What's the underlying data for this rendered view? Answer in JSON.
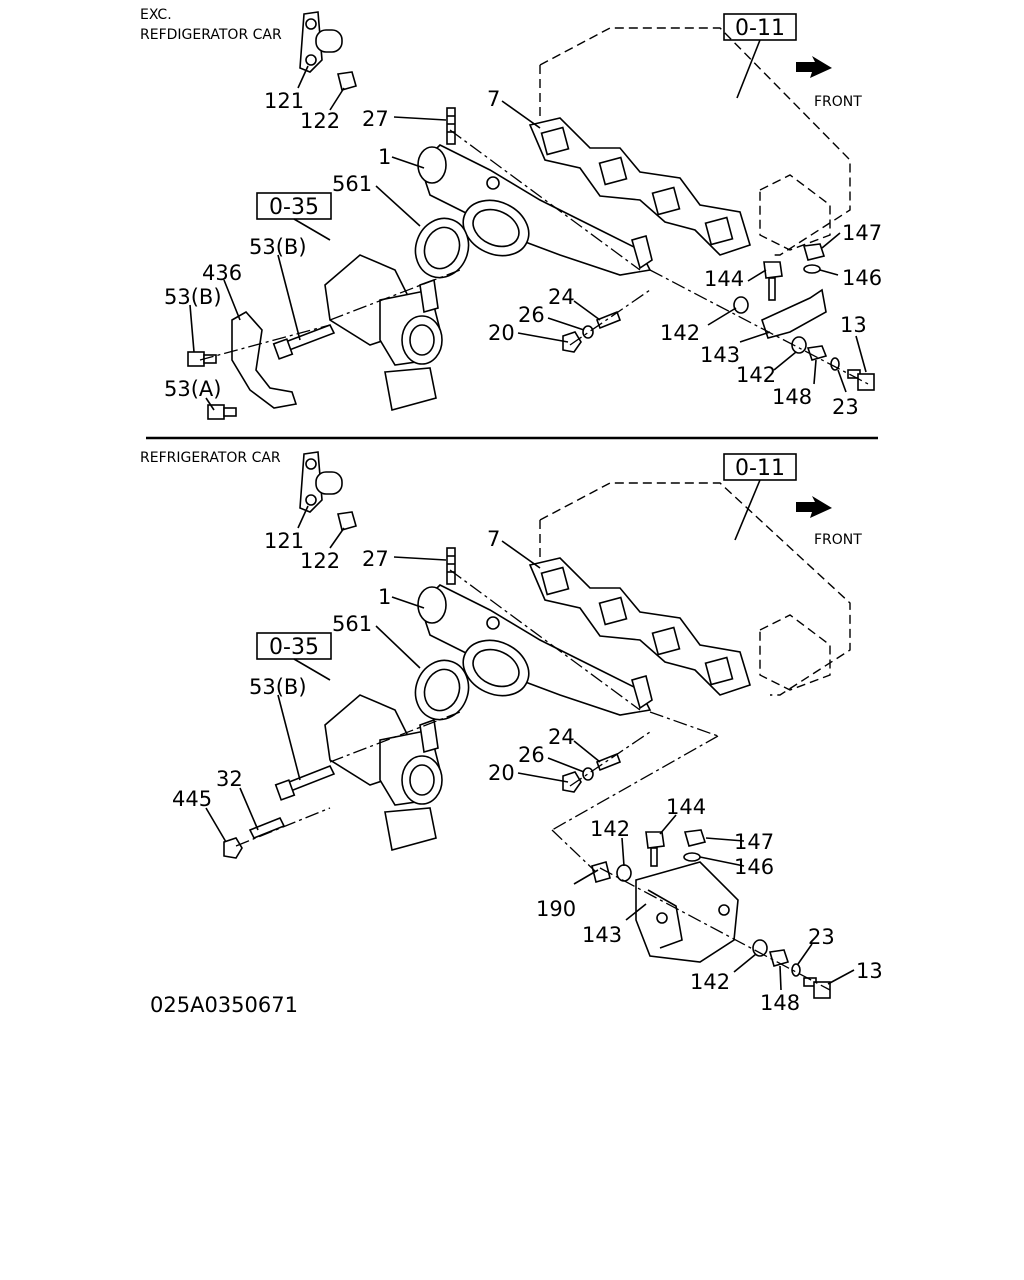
{
  "diagram_code": "025A0350671",
  "top_section": {
    "header_line1": "EXC.",
    "header_line2": "REFDIGERATOR CAR",
    "ref_box_engine": "0-11",
    "ref_box_thermostat": "0-35",
    "front_label": "FRONT",
    "callouts": {
      "p121": "121",
      "p122": "122",
      "p27": "27",
      "p7": "7",
      "p1": "1",
      "p561": "561",
      "p53b_1": "53(B)",
      "p436": "436",
      "p53b_2": "53(B)",
      "p53a": "53(A)",
      "p24": "24",
      "p26": "26",
      "p20": "20",
      "p147": "147",
      "p144": "144",
      "p146": "146",
      "p142a": "142",
      "p13": "13",
      "p143": "143",
      "p142b": "142",
      "p148": "148",
      "p23": "23"
    }
  },
  "bottom_section": {
    "header": "REFRIGERATOR CAR",
    "ref_box_engine": "0-11",
    "ref_box_thermostat": "0-35",
    "front_label": "FRONT",
    "callouts": {
      "p121": "121",
      "p122": "122",
      "p27": "27",
      "p7": "7",
      "p1": "1",
      "p561": "561",
      "p53b": "53(B)",
      "p32": "32",
      "p445": "445",
      "p24": "24",
      "p26": "26",
      "p20": "20",
      "p144": "144",
      "p142a": "142",
      "p147": "147",
      "p146": "146",
      "p190": "190",
      "p143": "143",
      "p23": "23",
      "p13": "13",
      "p142b": "142",
      "p148": "148"
    }
  }
}
